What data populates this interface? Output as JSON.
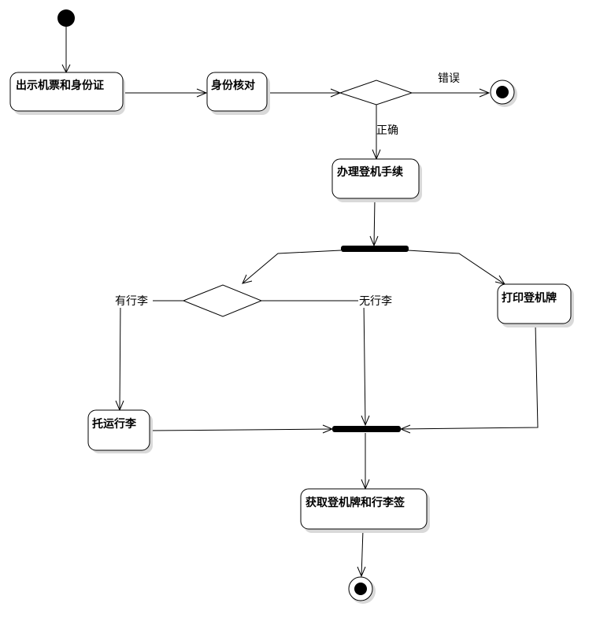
{
  "activities": {
    "show_ticket_id": "出示机票和身份证",
    "verify_id": "身份核对",
    "checkin": "办理登机手续",
    "print_pass": "打印登机牌",
    "check_baggage": "托运行李",
    "get_pass_tags": "获取登机牌和行李签"
  },
  "guards": {
    "wrong": "错误",
    "correct": "正确",
    "has_baggage": "有行李",
    "no_baggage": "无行李"
  }
}
